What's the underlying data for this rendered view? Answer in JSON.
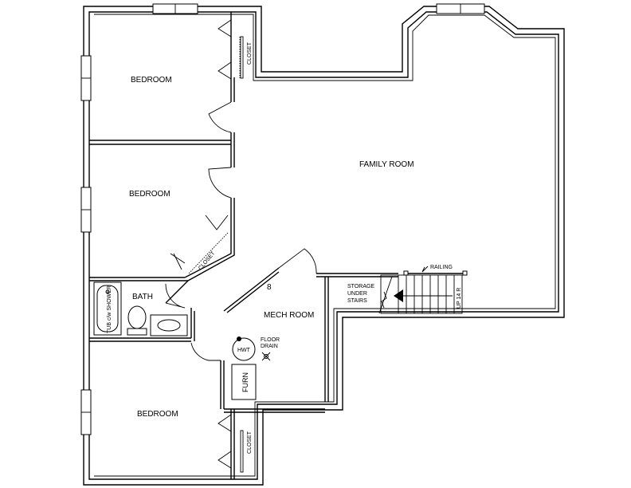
{
  "rooms": {
    "bedroom_top": "BEDROOM",
    "bedroom_middle": "BEDROOM",
    "bedroom_bottom": "BEDROOM",
    "family_room": "FAMILY ROOM",
    "bath": "BATH",
    "mech_room": "MECH ROOM"
  },
  "labels": {
    "closet_top": "CLOSET",
    "closet_middle": "CLOSET",
    "closet_bottom": "CLOSET",
    "tub_shower": "TUB c/w SHOWER",
    "storage_1": "STORAGE",
    "storage_2": "UNDER",
    "storage_3": "STAIRS",
    "railing": "RAILING",
    "stairs_up": "UP 14 R",
    "floor_drain_1": "FLOOR",
    "floor_drain_2": "DRAIN",
    "hwt": "HWT",
    "furnace": "FURN",
    "mech_tag": "8"
  }
}
